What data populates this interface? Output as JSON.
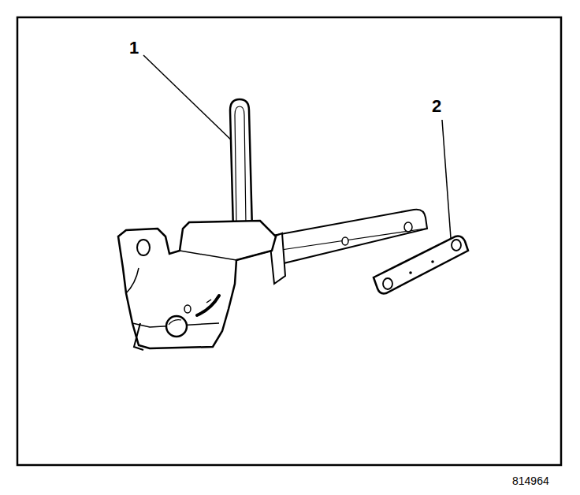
{
  "diagram": {
    "labels": [
      "1",
      "2",
      "814964"
    ]
  }
}
